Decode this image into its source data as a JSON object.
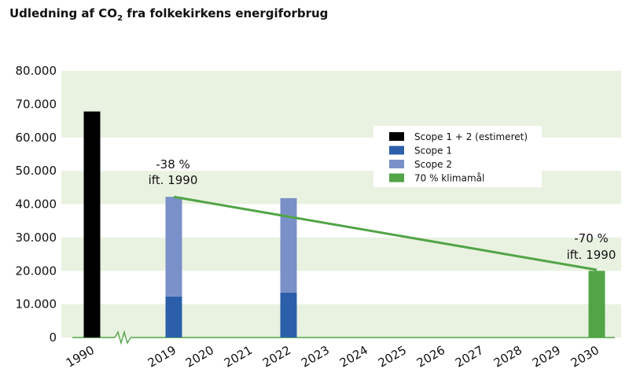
{
  "title": {
    "text": "Udledning af CO",
    "sub": "2",
    "rest": " fra folkekirkens energiforbrug"
  },
  "colors": {
    "band": "#e9f2e1",
    "scope12": "#000000",
    "scope1": "#2b5faa",
    "scope2": "#7a90c8",
    "target": "#52a447"
  },
  "chart_data": {
    "type": "bar",
    "title": "Udledning af CO2 fra folkekirkens energiforbrug",
    "categories": [
      "1990",
      "2019",
      "2020",
      "2021",
      "2022",
      "2023",
      "2024",
      "2025",
      "2026",
      "2027",
      "2028",
      "2029",
      "2030"
    ],
    "ylim": [
      0,
      80000
    ],
    "yticks": [
      {
        "value": 0,
        "label": "0"
      },
      {
        "value": 10000,
        "label": "10.000"
      },
      {
        "value": 20000,
        "label": "20.000"
      },
      {
        "value": 30000,
        "label": "30.000"
      },
      {
        "value": 40000,
        "label": "40.000"
      },
      {
        "value": 50000,
        "label": "50.000"
      },
      {
        "value": 60000,
        "label": "60.000"
      },
      {
        "value": 70000,
        "label": "70.000"
      },
      {
        "value": 80000,
        "label": "80.000"
      }
    ],
    "axis_break_after": "1990",
    "series": [
      {
        "name": "Scope 1 + 2 (estimeret)",
        "color": "#000000",
        "values": [
          67800,
          null,
          null,
          null,
          null,
          null,
          null,
          null,
          null,
          null,
          null,
          null,
          null
        ]
      },
      {
        "name": "Scope 1",
        "color": "#2b5faa",
        "values": [
          null,
          12300,
          null,
          null,
          13500,
          null,
          null,
          null,
          null,
          null,
          null,
          null,
          null
        ]
      },
      {
        "name": "Scope 2",
        "color": "#7a90c8",
        "values": [
          null,
          29900,
          null,
          null,
          28300,
          null,
          null,
          null,
          null,
          null,
          null,
          null,
          null
        ]
      },
      {
        "name": "70 % klimamål",
        "color": "#52a447",
        "values": [
          null,
          null,
          null,
          null,
          null,
          null,
          null,
          null,
          null,
          null,
          null,
          null,
          20000
        ]
      }
    ],
    "target_line": {
      "from": {
        "x": "2019",
        "y": 42200
      },
      "to": {
        "x": "2030",
        "y": 20300
      }
    },
    "annotations": [
      {
        "line1": "-38 %",
        "line2": "ift. 1990",
        "at": "2019"
      },
      {
        "line1": "-70 %",
        "line2": "ift. 1990",
        "at": "2030"
      }
    ],
    "legend": [
      "Scope 1 + 2 (estimeret)",
      "Scope 1",
      "Scope 2",
      "70 % klimamål"
    ],
    "legend_position": "top-right",
    "grid": "alternating bands"
  }
}
